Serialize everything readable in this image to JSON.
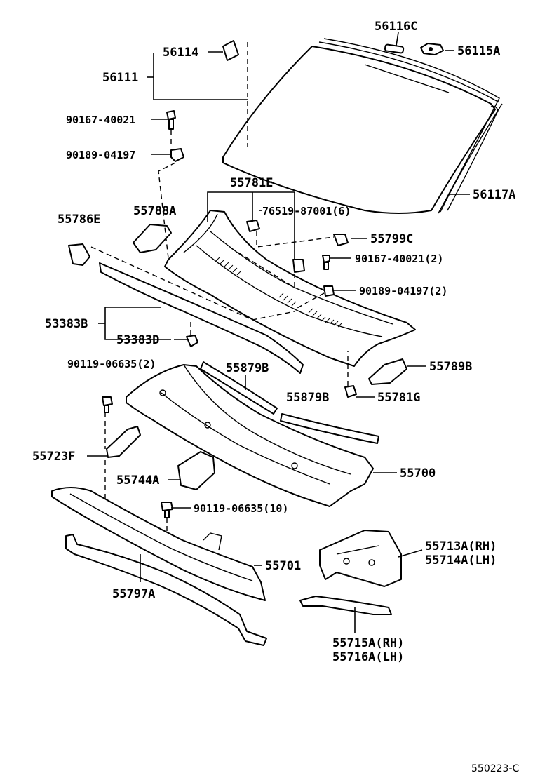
{
  "labels": {
    "p56116c": "56116C",
    "p56115a": "56115A",
    "p56114": "56114",
    "p56111": "56111",
    "p90167_40021": "90167-40021",
    "p90189_04197": "90189-04197",
    "p55781e": "55781E",
    "p56117a": "56117A",
    "p55786e": "55786E",
    "p55788a": "55788A",
    "p76519_87001": "76519-87001(6)",
    "p55799c": "55799C",
    "p90167_40021_2": "90167-40021(2)",
    "p90189_04197_2": "90189-04197(2)",
    "p53383b": "53383B",
    "p53383d": "53383D",
    "p90119_06635_2": "90119-06635(2)",
    "p55879b_a": "55879B",
    "p55879b_b": "55879B",
    "p55781g": "55781G",
    "p55789b": "55789B",
    "p55723f": "55723F",
    "p55700": "55700",
    "p55744a": "55744A",
    "p90119_06635_10": "90119-06635(10)",
    "p55713a": "55713A(RH)",
    "p55714a": "55714A(LH)",
    "p55701": "55701",
    "p55797a": "55797A",
    "p55715a": "55715A(RH)",
    "p55716a": "55716A(LH)"
  },
  "diagram_code": "550223-C"
}
